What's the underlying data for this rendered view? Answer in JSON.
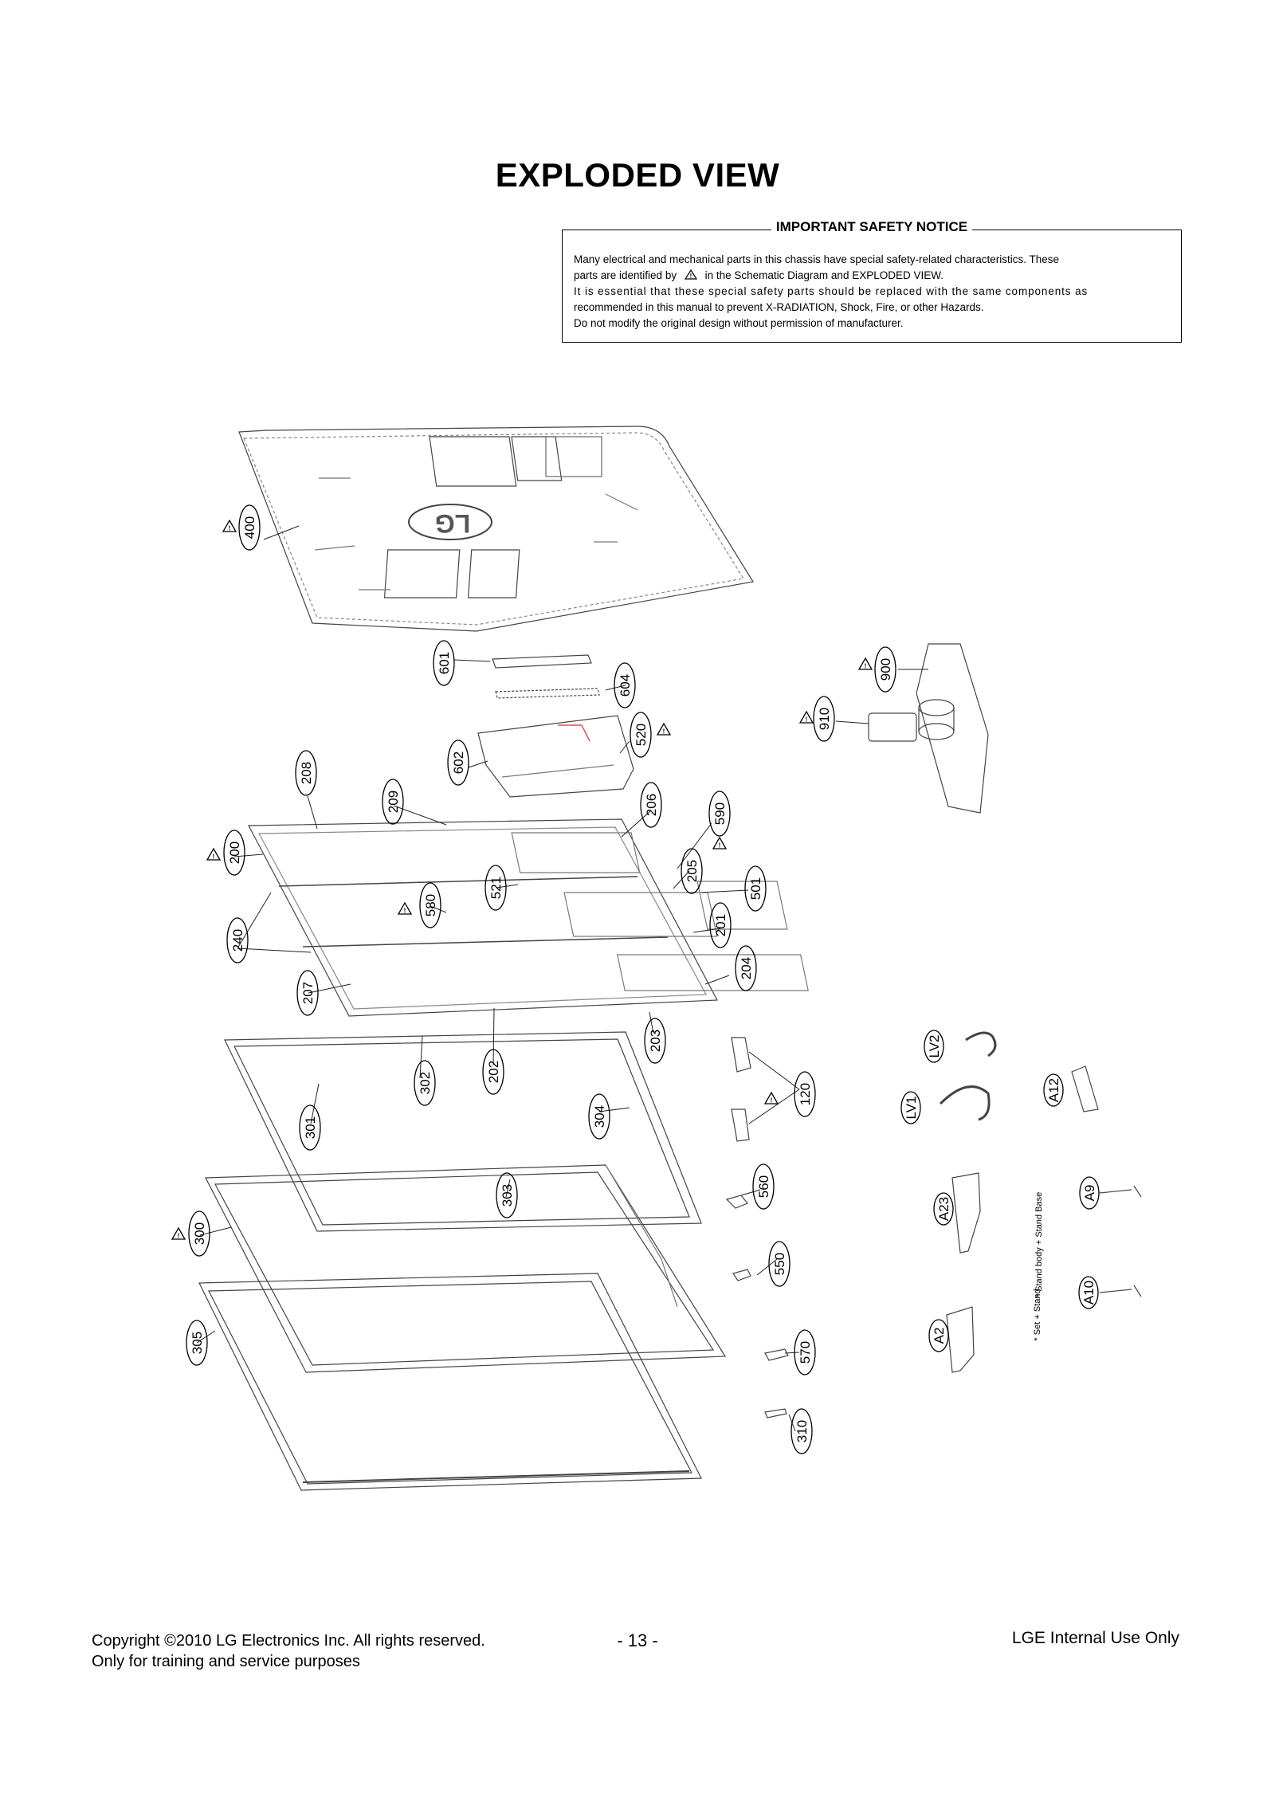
{
  "page": {
    "title": "EXPLODED VIEW",
    "notice": {
      "title": "IMPORTANT SAFETY NOTICE",
      "line1": "Many electrical and mechanical parts in this chassis have special safety-related characteristics. These",
      "line2_pre": "parts are identified by",
      "line2_post": "in the Schematic Diagram and EXPLODED VIEW.",
      "line3": "It is essential that these special safety parts should be replaced with the same components as",
      "line4": "recommended in this manual to prevent X-RADIATION, Shock, Fire, or other Hazards.",
      "line5": "Do not modify the original design without permission of manufacturer."
    },
    "footer": {
      "copyright": "Copyright ©2010 LG Electronics Inc. All rights reserved.",
      "training": "Only for training and service purposes",
      "page_number": "- 13 -",
      "internal": "LGE Internal Use Only"
    }
  },
  "diagram": {
    "logo_text": "LG",
    "parts": {
      "p400": "400",
      "p601": "601",
      "p604": "604",
      "p520": "520",
      "p602": "602",
      "p900": "900",
      "p910": "910",
      "p208": "208",
      "p209": "209",
      "p206": "206",
      "p590": "590",
      "p200": "200",
      "p580": "580",
      "p521": "521",
      "p205": "205",
      "p501": "501",
      "p201": "201",
      "p240": "240",
      "p204": "204",
      "p207": "207",
      "p203": "203",
      "p202": "202",
      "p302": "302",
      "p301": "301",
      "p304": "304",
      "p120": "120",
      "p303": "303",
      "p560": "560",
      "p300": "300",
      "p550": "550",
      "p305": "305",
      "p570": "570",
      "p310": "310",
      "pLV2": "LV2",
      "pLV1": "LV1",
      "pA12": "A12",
      "pA9": "A9",
      "pA23": "A23",
      "pA10": "A10",
      "pA2": "A2"
    },
    "notes": {
      "stand_body": "* Stand body + Stand Base",
      "set_stand": "* Set + Stand"
    }
  }
}
